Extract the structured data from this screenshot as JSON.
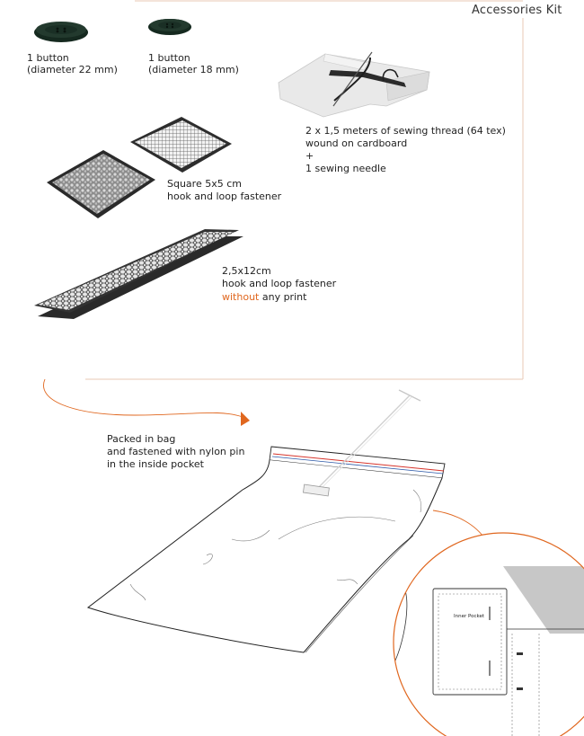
{
  "header": {
    "title": "Accessories Kit"
  },
  "items": {
    "button_large": {
      "qty": "1 button",
      "size": "(diameter 22 mm)"
    },
    "button_small": {
      "qty": "1 button",
      "size": "(diameter 18 mm)"
    },
    "thread": {
      "line1": "2 x 1,5 meters of sewing thread (64 tex)",
      "line2": "wound on cardboard",
      "line3": "+",
      "line4": "1 sewing needle"
    },
    "square_fastener": {
      "line1": "Square 5x5 cm",
      "line2": "hook and loop fastener"
    },
    "strip_fastener": {
      "line1": "2,5x12cm",
      "line2": "hook and loop fastener",
      "highlight": "without",
      "rest": " any print"
    }
  },
  "bag": {
    "line1": "Packed in bag",
    "line2": "and fastened with nylon pin",
    "line3": "in the inside pocket"
  },
  "detail": {
    "pocket_label": "Inner Pocket"
  },
  "colors": {
    "accent": "#e0671f",
    "frame": "#e8c9b5",
    "bag_stripe": "#d6342b"
  }
}
